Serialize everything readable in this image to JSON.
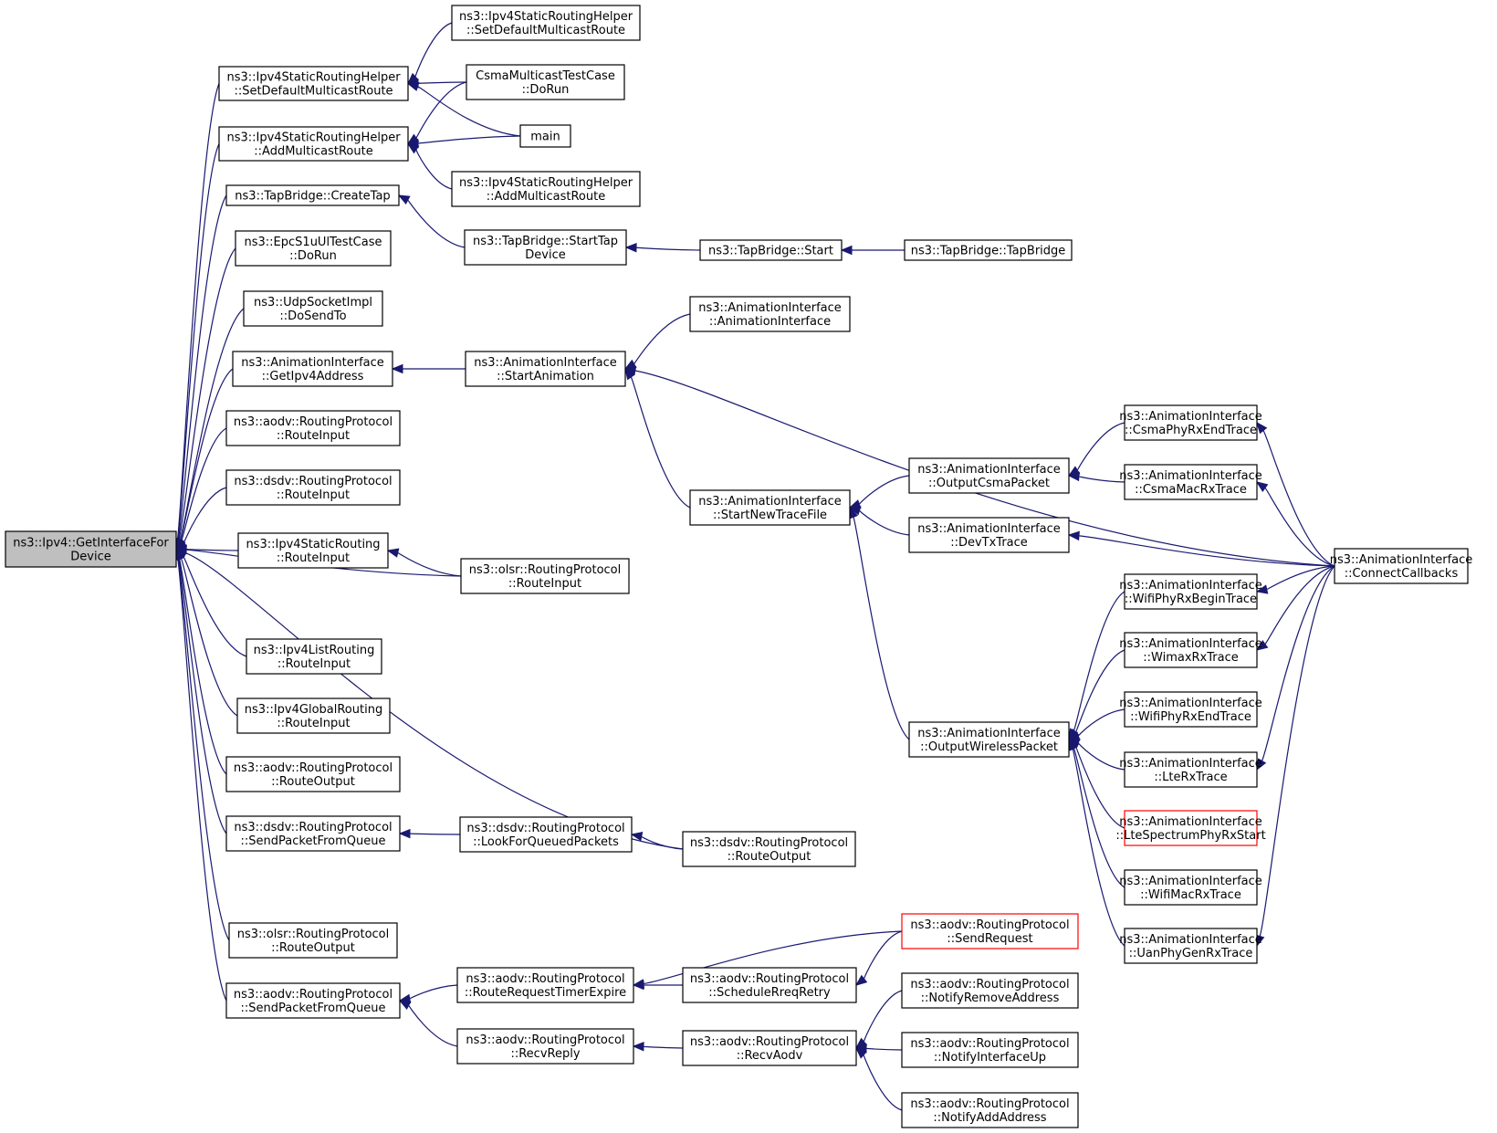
{
  "colors": {
    "edge": "#191970",
    "node_border": "#000000",
    "node_fill": "#ffffff",
    "root_fill": "#bfbfbf",
    "truncated_border": "#ff0000"
  },
  "nodes": [
    {
      "id": "root",
      "lines": [
        "ns3::Ipv4::GetInterfaceFor",
        "Device"
      ],
      "style": "root"
    },
    {
      "id": "sdmr_helper",
      "lines": [
        "ns3::Ipv4StaticRoutingHelper",
        "::SetDefaultMulticastRoute"
      ]
    },
    {
      "id": "amr_helper",
      "lines": [
        "ns3::Ipv4StaticRoutingHelper",
        "::AddMulticastRoute"
      ]
    },
    {
      "id": "tb_createtap",
      "lines": [
        "ns3::TapBridge::CreateTap"
      ]
    },
    {
      "id": "epc_dorun",
      "lines": [
        "ns3::EpcS1uUlTestCase",
        "::DoRun"
      ]
    },
    {
      "id": "udp_dosendto",
      "lines": [
        "ns3::UdpSocketImpl",
        "::DoSendTo"
      ]
    },
    {
      "id": "ai_getipv4",
      "lines": [
        "ns3::AnimationInterface",
        "::GetIpv4Address"
      ]
    },
    {
      "id": "aodv_routeinput",
      "lines": [
        "ns3::aodv::RoutingProtocol",
        "::RouteInput"
      ]
    },
    {
      "id": "dsdv_routeinput",
      "lines": [
        "ns3::dsdv::RoutingProtocol",
        "::RouteInput"
      ]
    },
    {
      "id": "ipv4static_routeinput",
      "lines": [
        "ns3::Ipv4StaticRouting",
        "::RouteInput"
      ]
    },
    {
      "id": "ipv4list_routeinput",
      "lines": [
        "ns3::Ipv4ListRouting",
        "::RouteInput"
      ]
    },
    {
      "id": "ipv4global_routeinput",
      "lines": [
        "ns3::Ipv4GlobalRouting",
        "::RouteInput"
      ]
    },
    {
      "id": "aodv_routeoutput",
      "lines": [
        "ns3::aodv::RoutingProtocol",
        "::RouteOutput"
      ]
    },
    {
      "id": "dsdv_sendpacket",
      "lines": [
        "ns3::dsdv::RoutingProtocol",
        "::SendPacketFromQueue"
      ]
    },
    {
      "id": "olsr_routeoutput",
      "lines": [
        "ns3::olsr::RoutingProtocol",
        "::RouteOutput"
      ]
    },
    {
      "id": "aodv_sendpacket",
      "lines": [
        "ns3::aodv::RoutingProtocol",
        "::SendPacketFromQueue"
      ]
    },
    {
      "id": "sdmr_helper2",
      "lines": [
        "ns3::Ipv4StaticRoutingHelper",
        "::SetDefaultMulticastRoute"
      ]
    },
    {
      "id": "csma_dorun",
      "lines": [
        "CsmaMulticastTestCase",
        "::DoRun"
      ]
    },
    {
      "id": "main",
      "lines": [
        "main"
      ]
    },
    {
      "id": "amr_helper2",
      "lines": [
        "ns3::Ipv4StaticRoutingHelper",
        "::AddMulticastRoute"
      ]
    },
    {
      "id": "tb_starttap",
      "lines": [
        "ns3::TapBridge::StartTap",
        "Device"
      ]
    },
    {
      "id": "ai_startanim",
      "lines": [
        "ns3::AnimationInterface",
        "::StartAnimation"
      ]
    },
    {
      "id": "olsr_routeinput",
      "lines": [
        "ns3::olsr::RoutingProtocol",
        "::RouteInput"
      ]
    },
    {
      "id": "dsdv_lookfor",
      "lines": [
        "ns3::dsdv::RoutingProtocol",
        "::LookForQueuedPackets"
      ]
    },
    {
      "id": "aodv_rreqtimer",
      "lines": [
        "ns3::aodv::RoutingProtocol",
        "::RouteRequestTimerExpire"
      ]
    },
    {
      "id": "aodv_recvreply",
      "lines": [
        "ns3::aodv::RoutingProtocol",
        "::RecvReply"
      ]
    },
    {
      "id": "tb_start",
      "lines": [
        "ns3::TapBridge::Start"
      ]
    },
    {
      "id": "ai_ctor",
      "lines": [
        "ns3::AnimationInterface",
        "::AnimationInterface"
      ]
    },
    {
      "id": "ai_startnewtrace",
      "lines": [
        "ns3::AnimationInterface",
        "::StartNewTraceFile"
      ]
    },
    {
      "id": "dsdv_routeoutput",
      "lines": [
        "ns3::dsdv::RoutingProtocol",
        "::RouteOutput"
      ]
    },
    {
      "id": "aodv_schedrreq",
      "lines": [
        "ns3::aodv::RoutingProtocol",
        "::ScheduleRreqRetry"
      ]
    },
    {
      "id": "aodv_recvaodv",
      "lines": [
        "ns3::aodv::RoutingProtocol",
        "::RecvAodv"
      ]
    },
    {
      "id": "tb_ctor",
      "lines": [
        "ns3::TapBridge::TapBridge"
      ]
    },
    {
      "id": "ai_outcsma",
      "lines": [
        "ns3::AnimationInterface",
        "::OutputCsmaPacket"
      ]
    },
    {
      "id": "ai_devtx",
      "lines": [
        "ns3::AnimationInterface",
        "::DevTxTrace"
      ]
    },
    {
      "id": "ai_outwireless",
      "lines": [
        "ns3::AnimationInterface",
        "::OutputWirelessPacket"
      ]
    },
    {
      "id": "aodv_sendrequest",
      "lines": [
        "ns3::aodv::RoutingProtocol",
        "::SendRequest"
      ],
      "style": "red"
    },
    {
      "id": "aodv_notifyremove",
      "lines": [
        "ns3::aodv::RoutingProtocol",
        "::NotifyRemoveAddress"
      ]
    },
    {
      "id": "aodv_notifyup",
      "lines": [
        "ns3::aodv::RoutingProtocol",
        "::NotifyInterfaceUp"
      ]
    },
    {
      "id": "aodv_notifyadd",
      "lines": [
        "ns3::aodv::RoutingProtocol",
        "::NotifyAddAddress"
      ]
    },
    {
      "id": "ai_csmaphyrxend",
      "lines": [
        "ns3::AnimationInterface",
        "::CsmaPhyRxEndTrace"
      ]
    },
    {
      "id": "ai_csmamacrx",
      "lines": [
        "ns3::AnimationInterface",
        "::CsmaMacRxTrace"
      ]
    },
    {
      "id": "ai_wifiphyrxbegin",
      "lines": [
        "ns3::AnimationInterface",
        "::WifiPhyRxBeginTrace"
      ]
    },
    {
      "id": "ai_wimaxrx",
      "lines": [
        "ns3::AnimationInterface",
        "::WimaxRxTrace"
      ]
    },
    {
      "id": "ai_wifiphyrxend",
      "lines": [
        "ns3::AnimationInterface",
        "::WifiPhyRxEndTrace"
      ]
    },
    {
      "id": "ai_lterx",
      "lines": [
        "ns3::AnimationInterface",
        "::LteRxTrace"
      ]
    },
    {
      "id": "ai_ltespectrum",
      "lines": [
        "ns3::AnimationInterface",
        "::LteSpectrumPhyRxStart"
      ],
      "style": "red"
    },
    {
      "id": "ai_wifimacrx",
      "lines": [
        "ns3::AnimationInterface",
        "::WifiMacRxTrace"
      ]
    },
    {
      "id": "ai_uanphy",
      "lines": [
        "ns3::AnimationInterface",
        "::UanPhyGenRxTrace"
      ]
    },
    {
      "id": "ai_connect",
      "lines": [
        "ns3::AnimationInterface",
        "::ConnectCallbacks"
      ]
    }
  ],
  "edges": [
    [
      "sdmr_helper",
      "root"
    ],
    [
      "amr_helper",
      "root"
    ],
    [
      "tb_createtap",
      "root"
    ],
    [
      "epc_dorun",
      "root"
    ],
    [
      "udp_dosendto",
      "root"
    ],
    [
      "ai_getipv4",
      "root"
    ],
    [
      "aodv_routeinput",
      "root"
    ],
    [
      "dsdv_routeinput",
      "root"
    ],
    [
      "ipv4static_routeinput",
      "root"
    ],
    [
      "olsr_routeinput",
      "root"
    ],
    [
      "ipv4list_routeinput",
      "root"
    ],
    [
      "ipv4global_routeinput",
      "root"
    ],
    [
      "aodv_routeoutput",
      "root"
    ],
    [
      "dsdv_sendpacket",
      "root"
    ],
    [
      "dsdv_routeoutput",
      "root"
    ],
    [
      "olsr_routeoutput",
      "root"
    ],
    [
      "aodv_sendpacket",
      "root"
    ],
    [
      "sdmr_helper2",
      "sdmr_helper"
    ],
    [
      "csma_dorun",
      "sdmr_helper"
    ],
    [
      "main",
      "sdmr_helper"
    ],
    [
      "csma_dorun",
      "amr_helper"
    ],
    [
      "main",
      "amr_helper"
    ],
    [
      "amr_helper2",
      "amr_helper"
    ],
    [
      "tb_starttap",
      "tb_createtap"
    ],
    [
      "tb_start",
      "tb_starttap"
    ],
    [
      "tb_ctor",
      "tb_start"
    ],
    [
      "ai_startanim",
      "ai_getipv4"
    ],
    [
      "ai_ctor",
      "ai_startanim"
    ],
    [
      "ai_connect",
      "ai_startanim"
    ],
    [
      "ai_startnewtrace",
      "ai_startanim"
    ],
    [
      "ai_outcsma",
      "ai_startnewtrace"
    ],
    [
      "ai_devtx",
      "ai_startnewtrace"
    ],
    [
      "ai_outwireless",
      "ai_startnewtrace"
    ],
    [
      "ai_csmaphyrxend",
      "ai_outcsma"
    ],
    [
      "ai_csmamacrx",
      "ai_outcsma"
    ],
    [
      "ai_connect",
      "ai_devtx"
    ],
    [
      "ai_connect",
      "ai_csmaphyrxend"
    ],
    [
      "ai_connect",
      "ai_csmamacrx"
    ],
    [
      "ai_connect",
      "ai_wifiphyrxbegin"
    ],
    [
      "ai_connect",
      "ai_wimaxrx"
    ],
    [
      "ai_connect",
      "ai_lterx"
    ],
    [
      "ai_connect",
      "ai_uanphy"
    ],
    [
      "ai_wifiphyrxbegin",
      "ai_outwireless"
    ],
    [
      "ai_wimaxrx",
      "ai_outwireless"
    ],
    [
      "ai_wifiphyrxend",
      "ai_outwireless"
    ],
    [
      "ai_lterx",
      "ai_outwireless"
    ],
    [
      "ai_ltespectrum",
      "ai_outwireless"
    ],
    [
      "ai_wifimacrx",
      "ai_outwireless"
    ],
    [
      "ai_uanphy",
      "ai_outwireless"
    ],
    [
      "olsr_routeinput",
      "ipv4static_routeinput"
    ],
    [
      "dsdv_lookfor",
      "dsdv_sendpacket"
    ],
    [
      "dsdv_routeoutput",
      "dsdv_lookfor"
    ],
    [
      "aodv_rreqtimer",
      "aodv_sendpacket"
    ],
    [
      "aodv_recvreply",
      "aodv_sendpacket"
    ],
    [
      "aodv_sendrequest",
      "aodv_rreqtimer"
    ],
    [
      "aodv_schedrreq",
      "aodv_rreqtimer"
    ],
    [
      "aodv_sendrequest",
      "aodv_schedrreq"
    ],
    [
      "aodv_recvaodv",
      "aodv_recvreply"
    ],
    [
      "aodv_notifyremove",
      "aodv_recvaodv"
    ],
    [
      "aodv_notifyup",
      "aodv_recvaodv"
    ],
    [
      "aodv_notifyadd",
      "aodv_recvaodv"
    ]
  ]
}
